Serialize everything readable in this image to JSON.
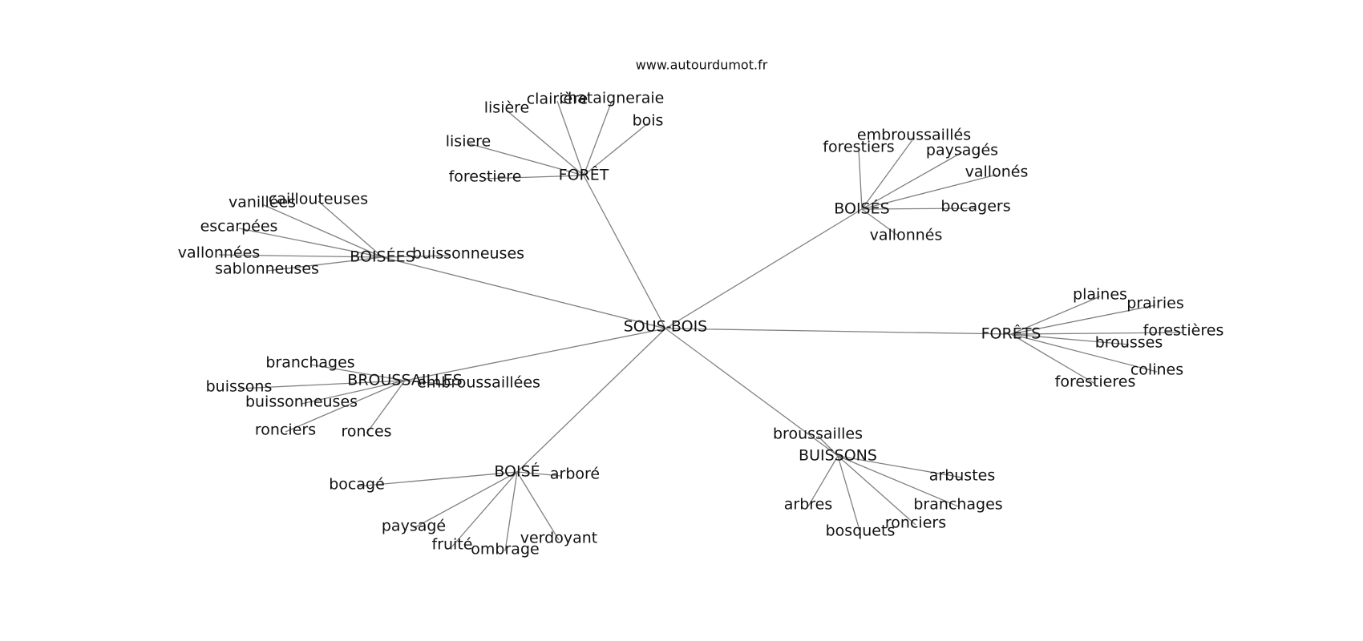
{
  "site": "www.autourdumot.fr",
  "center": "SOUS-BOIS",
  "groups": [
    {
      "id": "foret",
      "hub": "FORÊT",
      "words": [
        "lisière",
        "clairière",
        "chataigneraie",
        "bois",
        "lisiere",
        "forestiere"
      ]
    },
    {
      "id": "boises-m",
      "hub": "BOISÉS",
      "words": [
        "embroussaillés",
        "forestiers",
        "paysagés",
        "vallonés",
        "bocagers",
        "vallonnés"
      ]
    },
    {
      "id": "boisees",
      "hub": "BOISÉES",
      "words": [
        "caillouteuses",
        "vanillées",
        "escarpées",
        "vallonnées",
        "sablonneuses",
        "buissonneuses"
      ]
    },
    {
      "id": "forets",
      "hub": "FORÊTS",
      "words": [
        "plaines",
        "prairies",
        "forestières",
        "brousses",
        "colines",
        "forestieres"
      ]
    },
    {
      "id": "broussailles",
      "hub": "BROUSSAILLES",
      "words": [
        "branchages",
        "buissons",
        "buissonneuses",
        "ronciers",
        "ronces",
        "embroussaillées"
      ]
    },
    {
      "id": "boise",
      "hub": "BOISÉ",
      "words": [
        "bocagé",
        "arboré",
        "paysagé",
        "fruité",
        "ombrage",
        "verdoyant"
      ]
    },
    {
      "id": "buissons",
      "hub": "BUISSONS",
      "words": [
        "broussailles",
        "arbustes",
        "arbres",
        "branchages",
        "bosquets",
        "ronciers"
      ]
    }
  ]
}
